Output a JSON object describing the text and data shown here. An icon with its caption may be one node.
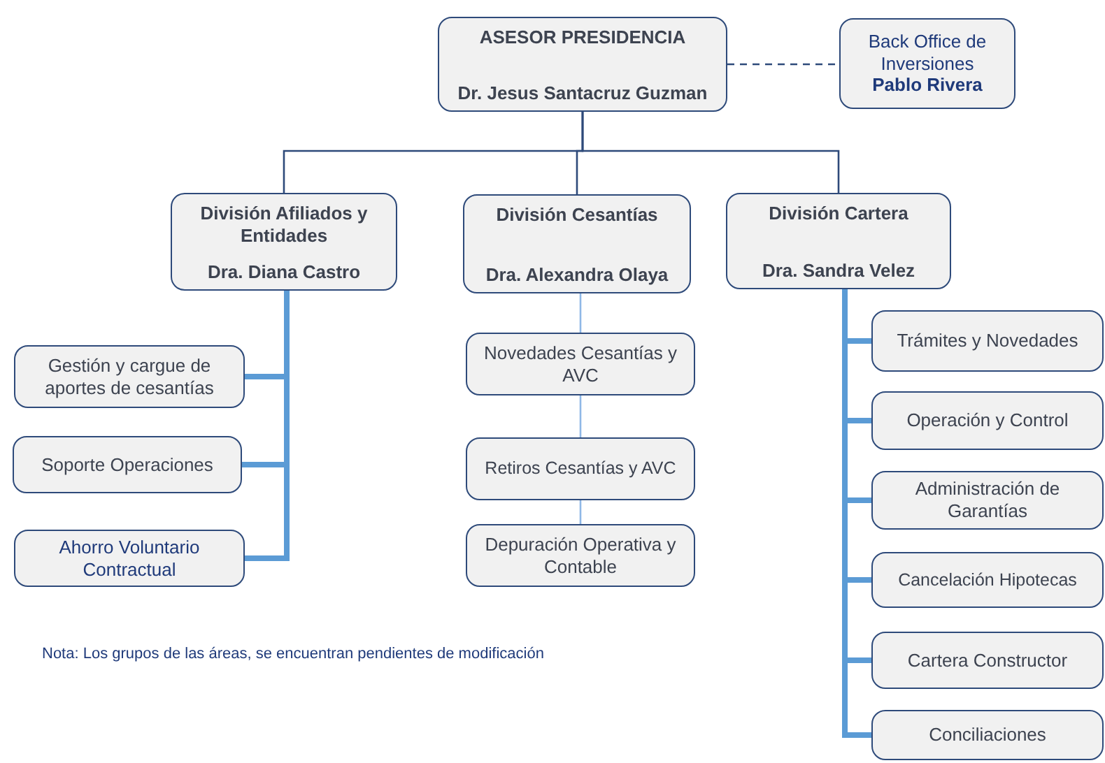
{
  "diagram": {
    "nodes": [
      {
        "text": [
          "ASESOR PRESIDENCIA",
          "Dr. Jesus Santacruz Guzman"
        ]
      },
      {
        "text": [
          "Back Office de Inversiones",
          "Pablo Rivera"
        ]
      },
      {
        "text": [
          "División Afiliados y Entidades",
          "Dra. Diana Castro"
        ]
      },
      {
        "text": [
          "División Cesantías",
          "Dra. Alexandra Olaya"
        ]
      },
      {
        "text": [
          "División Cartera",
          "Dra. Sandra Velez"
        ]
      },
      {
        "text": [
          "Gestión y cargue de aportes de cesantías"
        ]
      },
      {
        "text": [
          "Soporte Operaciones"
        ]
      },
      {
        "text": [
          "Ahorro Voluntario Contractual"
        ]
      },
      {
        "text": [
          "Novedades Cesantías y AVC"
        ]
      },
      {
        "text": [
          "Retiros Cesantías y AVC"
        ]
      },
      {
        "text": [
          "Depuración Operativa y Contable"
        ]
      },
      {
        "text": [
          "Trámites y Novedades"
        ]
      },
      {
        "text": [
          "Operación y Control"
        ]
      },
      {
        "text": [
          "Administración de Garantías"
        ]
      },
      {
        "text": [
          "Cancelación Hipotecas"
        ]
      },
      {
        "text": [
          "Cartera Constructor"
        ]
      },
      {
        "text": [
          "Conciliaciones"
        ]
      }
    ],
    "edges": [
      {
        "from": 0,
        "to": 1,
        "arrow": "none",
        "style": "dashed",
        "color": "#2e4a7a"
      },
      {
        "from": 0,
        "to": 2,
        "arrow": "none",
        "color": "#2e4a7a"
      },
      {
        "from": 0,
        "to": 3,
        "arrow": "none",
        "color": "#2e4a7a"
      },
      {
        "from": 0,
        "to": 4,
        "arrow": "none",
        "color": "#2e4a7a"
      },
      {
        "from": 2,
        "to": 5,
        "arrow": "none"
      },
      {
        "from": 2,
        "to": 6,
        "arrow": "none"
      },
      {
        "from": 2,
        "to": 7,
        "arrow": "none"
      },
      {
        "from": 3,
        "to": 8,
        "arrow": "none",
        "color": "#8fb8e6"
      },
      {
        "from": 8,
        "to": 9,
        "arrow": "none",
        "color": "#8fb8e6"
      },
      {
        "from": 9,
        "to": 10,
        "arrow": "none",
        "color": "#8fb8e6"
      },
      {
        "from": 4,
        "to": 11,
        "arrow": "none"
      },
      {
        "from": 4,
        "to": 12,
        "arrow": "none"
      },
      {
        "from": 4,
        "to": 13,
        "arrow": "none"
      },
      {
        "from": 4,
        "to": 14,
        "arrow": "none"
      },
      {
        "from": 4,
        "to": 15,
        "arrow": "none"
      },
      {
        "from": 4,
        "to": 16,
        "arrow": "none"
      }
    ],
    "labels": [
      "Nota: Los grupos de las áreas, se encuentran pendientes de modificación"
    ]
  }
}
